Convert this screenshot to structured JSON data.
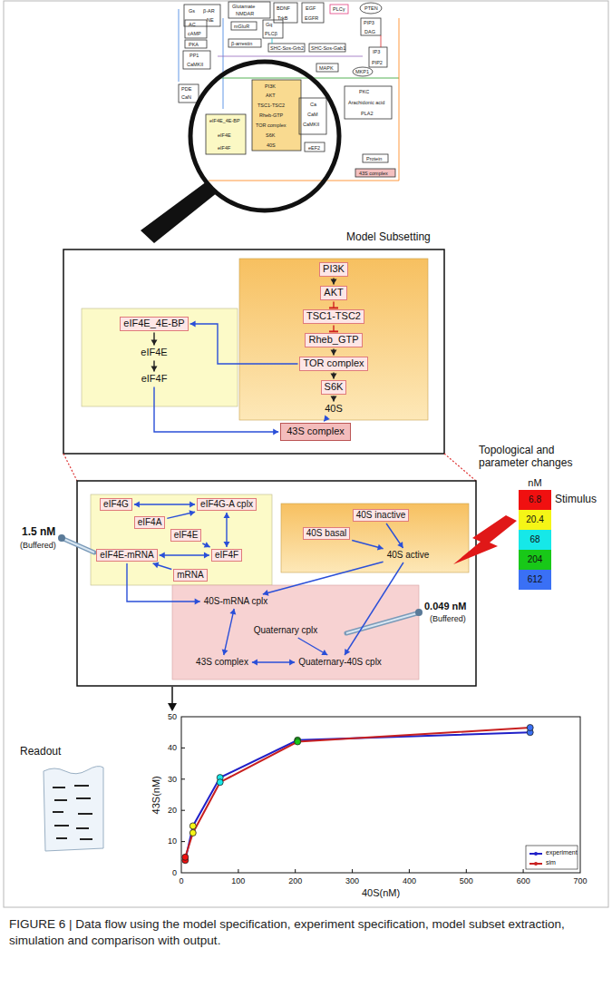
{
  "diagram": {
    "caption": "FIGURE 6 | Data flow using the model specification, experiment specification, model subset extraction, simulation and comparison with output.",
    "nodes": [
      {
        "text": [
          "PI3K"
        ]
      },
      {
        "text": [
          "AKT"
        ]
      },
      {
        "text": [
          "TSC1-TSC2"
        ]
      },
      {
        "text": [
          "Rheb_GTP"
        ]
      },
      {
        "text": [
          "TOR complex"
        ]
      },
      {
        "text": [
          "S6K"
        ]
      },
      {
        "text": [
          "40S"
        ]
      },
      {
        "text": [
          "eIF4E_4E-BP"
        ]
      },
      {
        "text": [
          "eIF4E"
        ]
      },
      {
        "text": [
          "eIF4F"
        ]
      },
      {
        "text": [
          "43S complex"
        ]
      },
      {
        "text": [
          "eIF4G"
        ]
      },
      {
        "text": [
          "eIF4G-A cplx"
        ]
      },
      {
        "text": [
          "eIF4A"
        ]
      },
      {
        "text": [
          "eIF4E"
        ]
      },
      {
        "text": [
          "eIF4E-mRNA"
        ]
      },
      {
        "text": [
          "eIF4F"
        ]
      },
      {
        "text": [
          "mRNA"
        ]
      },
      {
        "text": [
          "40S inactive"
        ]
      },
      {
        "text": [
          "40S basal"
        ]
      },
      {
        "text": [
          "40S active"
        ]
      },
      {
        "text": [
          "40S-mRNA cplx"
        ]
      },
      {
        "text": [
          "Quaternary cplx"
        ]
      },
      {
        "text": [
          "43S complex"
        ]
      },
      {
        "text": [
          "Quaternary-40S cplx"
        ]
      }
    ],
    "edges": [
      {
        "from": 0,
        "to": 1,
        "arrow": "to"
      },
      {
        "from": 1,
        "to": 2,
        "arrow": "to"
      },
      {
        "from": 2,
        "to": 3,
        "arrow": "to"
      },
      {
        "from": 3,
        "to": 4,
        "arrow": "to"
      },
      {
        "from": 4,
        "to": 5,
        "arrow": "to"
      },
      {
        "from": 5,
        "to": 6,
        "arrow": "to"
      },
      {
        "from": 4,
        "to": 7,
        "arrow": "to"
      },
      {
        "from": 7,
        "to": 8,
        "arrow": "to"
      },
      {
        "from": 8,
        "to": 9,
        "arrow": "to"
      },
      {
        "from": 9,
        "to": 10,
        "arrow": "to"
      },
      {
        "from": 6,
        "to": 10,
        "arrow": "to"
      },
      {
        "from": 11,
        "to": 12,
        "arrow": "both"
      },
      {
        "from": 13,
        "to": 12,
        "arrow": "to"
      },
      {
        "from": 12,
        "to": 16,
        "arrow": "both"
      },
      {
        "from": 14,
        "to": 16,
        "arrow": "to"
      },
      {
        "from": 15,
        "to": 16,
        "arrow": "both"
      },
      {
        "from": 17,
        "to": 15,
        "arrow": "to"
      },
      {
        "from": 18,
        "to": 20,
        "arrow": "to"
      },
      {
        "from": 19,
        "to": 20,
        "arrow": "to"
      },
      {
        "from": 15,
        "to": 21,
        "arrow": "to"
      },
      {
        "from": 20,
        "to": 21,
        "arrow": "to"
      },
      {
        "from": 20,
        "to": 24,
        "arrow": "to"
      },
      {
        "from": 21,
        "to": 23,
        "arrow": "both"
      },
      {
        "from": 22,
        "to": 24,
        "arrow": "to"
      },
      {
        "from": 23,
        "to": 24,
        "arrow": "both"
      }
    ],
    "labels": [
      "Gs",
      "β-AR",
      "NE",
      "Glutamate",
      "NMDAR",
      "BDNF",
      "TrkB",
      "EGF",
      "EGFR",
      "PLCγ",
      "PTEN",
      "AC",
      "cAMP",
      "mGluR",
      "Gq",
      "PLCβ",
      "PIP3",
      "DAG",
      "PKA",
      "PP1",
      "CaMKII",
      "β-arrestin",
      "SHC-Sos-Grb2",
      "SHC-Sos-Gab1",
      "IP3",
      "PIP2",
      "MAPK",
      "MKP1",
      "PDE",
      "CaN",
      "PI3K",
      "AKT",
      "TSC1-TSC2",
      "Rheb-GTP",
      "TOR complex",
      "S6K",
      "40S",
      "eIF4E_4E-BP",
      "eIF4E",
      "eIF4F",
      "Ca",
      "CaM",
      "CaMKII",
      "PKC",
      "Arachidonic acid",
      "PLA2",
      "eEF2",
      "Protein",
      "43S complex",
      "Model Subsetting",
      "Topological and parameter changes",
      "1.5 nM",
      "(Buffered)",
      "0.049 nM",
      "(Buffered)",
      "nM",
      "6.8",
      "20.4",
      "68",
      "204",
      "612",
      "Stimulus",
      "Readout",
      "0",
      "10",
      "20",
      "30",
      "40",
      "50",
      "0",
      "100",
      "200",
      "300",
      "400",
      "500",
      "600",
      "700",
      "43S(nM)",
      "40S(nM)"
    ],
    "legend": [
      {
        "text": "experiment"
      },
      {
        "text": "sim"
      }
    ]
  }
}
